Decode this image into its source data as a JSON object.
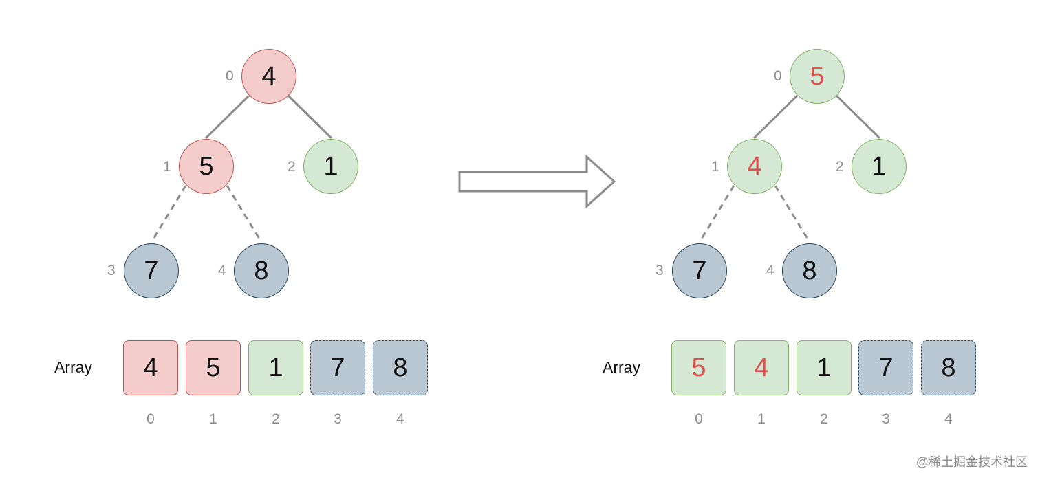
{
  "before": {
    "nodes": [
      {
        "index": "0",
        "value": "4",
        "color": "red",
        "highlight": false
      },
      {
        "index": "1",
        "value": "5",
        "color": "red",
        "highlight": false
      },
      {
        "index": "2",
        "value": "1",
        "color": "green",
        "highlight": false
      },
      {
        "index": "3",
        "value": "7",
        "color": "gray",
        "highlight": false
      },
      {
        "index": "4",
        "value": "8",
        "color": "gray",
        "highlight": false
      }
    ],
    "array_label": "Array",
    "array": [
      {
        "value": "4",
        "color": "red",
        "highlight": false
      },
      {
        "value": "5",
        "color": "red",
        "highlight": false
      },
      {
        "value": "1",
        "color": "green",
        "highlight": false
      },
      {
        "value": "7",
        "color": "gray",
        "highlight": false
      },
      {
        "value": "8",
        "color": "gray",
        "highlight": false
      }
    ],
    "array_indices": [
      "0",
      "1",
      "2",
      "3",
      "4"
    ]
  },
  "after": {
    "nodes": [
      {
        "index": "0",
        "value": "5",
        "color": "green",
        "highlight": true
      },
      {
        "index": "1",
        "value": "4",
        "color": "green",
        "highlight": true
      },
      {
        "index": "2",
        "value": "1",
        "color": "green",
        "highlight": false
      },
      {
        "index": "3",
        "value": "7",
        "color": "gray",
        "highlight": false
      },
      {
        "index": "4",
        "value": "8",
        "color": "gray",
        "highlight": false
      }
    ],
    "array_label": "Array",
    "array": [
      {
        "value": "5",
        "color": "green",
        "highlight": true
      },
      {
        "value": "4",
        "color": "green",
        "highlight": true
      },
      {
        "value": "1",
        "color": "green",
        "highlight": false
      },
      {
        "value": "7",
        "color": "gray",
        "highlight": false
      },
      {
        "value": "8",
        "color": "gray",
        "highlight": false
      }
    ],
    "array_indices": [
      "0",
      "1",
      "2",
      "3",
      "4"
    ]
  },
  "colors": {
    "red_fill": "#f4cccc",
    "red_border": "#b85450",
    "green_fill": "#d5e8d4",
    "green_border": "#82b366",
    "gray_fill": "#bac8d3",
    "gray_border": "#23445d",
    "highlight_text": "#d9534f"
  },
  "arrow": {
    "icon": "right-arrow-icon"
  },
  "watermark": "@稀土掘金技术社区"
}
